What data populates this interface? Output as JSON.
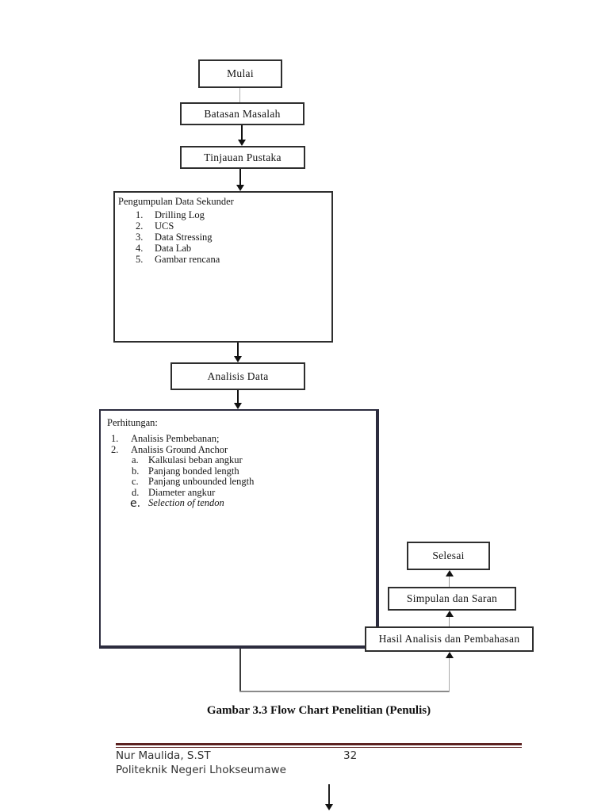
{
  "page": {
    "caption": "Gambar 3.3 Flow Chart Penelitian (Penulis)",
    "footer": {
      "author": "Nur Maulida, S.ST",
      "page_number": "32",
      "institution": "Politeknik Negeri Lhokseumawe",
      "rule_color": "#5c2221"
    }
  },
  "flowchart": {
    "nodes": {
      "mulai": "Mulai",
      "batasan": "Batasan Masalah",
      "tinjauan": "Tinjauan Pustaka",
      "analisis": "Analisis Data",
      "selesai": "Selesai",
      "simpulan": "Simpulan dan Saran",
      "hasil": "Hasil Analisis dan Pembahasan"
    },
    "pengumpulan": {
      "title": "Pengumpulan Data Sekunder",
      "items": [
        {
          "marker": "1.",
          "text": "Drilling Log"
        },
        {
          "marker": "2.",
          "text": "UCS"
        },
        {
          "marker": "3.",
          "text": "Data Stressing"
        },
        {
          "marker": "4.",
          "text": "Data Lab"
        },
        {
          "marker": "5.",
          "text": "Gambar rencana"
        }
      ]
    },
    "perhitungan": {
      "title": "Perhitungan:",
      "items": [
        {
          "marker": "1.",
          "text": "Analisis Pembebanan;"
        },
        {
          "marker": "2.",
          "text": "Analisis Ground Anchor"
        },
        {
          "marker": "a.",
          "text": "Kalkulasi beban angkur"
        },
        {
          "marker": "b.",
          "text": "Panjang bonded length"
        },
        {
          "marker": "c.",
          "text": "Panjang unbounded length"
        },
        {
          "marker": "d.",
          "text": "Diameter angkur"
        },
        {
          "marker": "e.",
          "text": "Selection of tendon"
        }
      ]
    },
    "line_color": "#2e2e2e"
  }
}
